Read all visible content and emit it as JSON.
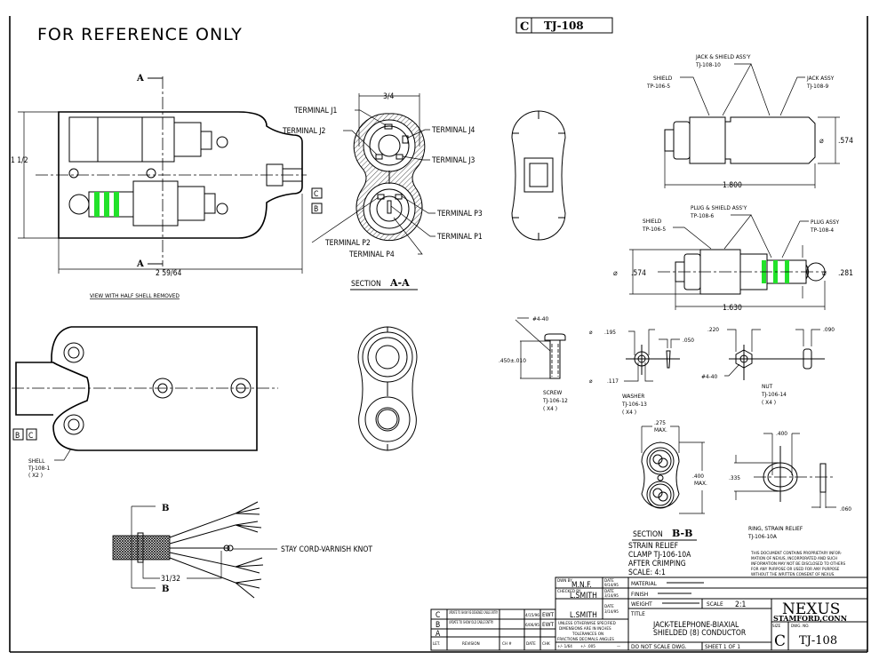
{
  "header": {
    "reference_note": "FOR REFERENCE ONLY",
    "top_size": "C",
    "top_dwg_no": "TJ-108"
  },
  "top_view": {
    "section_letter_top": "A",
    "section_letter_bottom": "A",
    "height_dim": "1 1/2",
    "length_dim": "2 59/64",
    "ref_box_1": "C",
    "ref_box_2": "B",
    "caption": "VIEW WITH HALF SHELL REMOVED"
  },
  "section_aa": {
    "width_dim": "3/4",
    "terminals": {
      "j1": "TERMINAL J1",
      "j2": "TERMINAL J2",
      "j3": "TERMINAL J3",
      "j4": "TERMINAL J4",
      "p1": "TERMINAL P1",
      "p2": "TERMINAL P2",
      "p3": "TERMINAL P3",
      "p4": "TERMINAL P4"
    },
    "title_prefix": "SECTION",
    "title_letters": "A-A"
  },
  "shell_view": {
    "ref_box_1": "B",
    "ref_box_2": "C",
    "label": [
      "SHELL",
      "TJ-108-1",
      "( X2 )"
    ]
  },
  "cable": {
    "section_letter_top": "B",
    "section_letter_bottom": "B",
    "length_dim": "31/32",
    "knot_label": "STAY CORD-VARNISH KNOT"
  },
  "jack": {
    "jack_shield_assy": [
      "JACK & SHIELD ASS'Y",
      "TJ-108-10"
    ],
    "shield": [
      "SHIELD",
      "TP-106-5"
    ],
    "jack_assy": [
      "JACK ASSY",
      "TJ-108-9"
    ],
    "diameter": ".574",
    "length": "1.800"
  },
  "plug": {
    "plug_shield_assy": [
      "PLUG & SHIELD ASS'Y",
      "TP-108-6"
    ],
    "shield": [
      "SHIELD",
      "TP-106-5"
    ],
    "plug_assy": [
      "PLUG ASSY",
      "TP-108-4"
    ],
    "diameter": ".574",
    "tip_diameter": ".281",
    "length": "1.630"
  },
  "hardware": {
    "screw": {
      "thread": "#4-40",
      "length": ".450±.010",
      "label": [
        "SCREW",
        "TJ-106-12",
        "( X4 )"
      ]
    },
    "washer": {
      "od": ".195",
      "id": ".117",
      "thickness": ".050",
      "label": [
        "WASHER",
        "TJ-106-13",
        "( X4 )"
      ]
    },
    "nut": {
      "across_flats": ".220",
      "thickness": ".090",
      "thread": "#4-40",
      "label": [
        "NUT",
        "TJ-106-14",
        "( X4 )"
      ]
    }
  },
  "section_bb": {
    "width_dim": [
      ".275",
      "MAX."
    ],
    "height_dim": [
      ".400",
      "MAX."
    ],
    "title_prefix": "SECTION",
    "title_letters": "B-B",
    "notes": [
      "STRAIN RELIEF",
      "CLAMP TJ-106-10A",
      "AFTER CRIMPING",
      "SCALE: 4:1"
    ]
  },
  "ring": {
    "width_dim": ".400",
    "height_dim": ".335",
    "thickness_dim": ".060",
    "label": [
      "RING, STRAIN RELIEF",
      "TJ-106-10A"
    ]
  },
  "proprietary_notice": [
    "THIS DOCUMENT CONTAINS PROPRIETARY INFOR-",
    "MATION OF NEXUS, INCORPORATED AND SUCH",
    "INFORMATION MAY NOT BE DISCLOSED TO OTHERS",
    "FOR ANY PURPOSE OR USED FOR ANY PURPOSE",
    "WITHOUT THE WRITTEN CONSENT OF NEXUS."
  ],
  "title_block": {
    "revisions": [
      {
        "letter": "C",
        "description": "UPDATE TO SHOW RE-DESIGNED CABLE ENTRY",
        "date": "4/15/96",
        "chk": "EWT"
      },
      {
        "letter": "B",
        "description": "UPDATE TO SHOW OLD CABLE ENTRY",
        "date": "6/06/95",
        "chk": "EWT"
      },
      {
        "letter": "A",
        "description": "",
        "date": "",
        "chk": ""
      }
    ],
    "revision_headers": {
      "let": "LET.",
      "revision": "REVISION",
      "ch": "CH #",
      "date": "DATE",
      "chk": "CHK"
    },
    "drawn_by_label": "DWN BY",
    "drawn_by": "M.N.F.",
    "drawn_date_label": "DATE",
    "drawn_date": "9/14/95",
    "checked_by_label": "CHECKED BY",
    "checked_by": "L.SMITH",
    "checked_date_label": "DATE",
    "checked_date": "3/14/95",
    "approved_by": "L.SMITH",
    "approved_date_label": "DATE",
    "approved_date": "3/14/95",
    "tolerance_note": [
      "UNLESS OTHERWISE SPECIFIED",
      "DIMENSIONS ARE IN INCHES",
      "TOLERANCES ON",
      "FRACTIONS DECIMALS ANGLES"
    ],
    "tol_fractions": "+/- 1/64",
    "tol_decimals": "+/- .005",
    "tol_angles": "—",
    "material_label": "MATERIAL",
    "finish_label": "FINISH",
    "weight_label": "WEIGHT",
    "scale_label": "SCALE",
    "scale": "2:1",
    "title_label": "TITLE",
    "title": [
      "JACK-TELEPHONE-BIAXIAL",
      "SHIELDED (8) CONDUCTOR"
    ],
    "do_not_scale": "DO NOT SCALE DWG.",
    "sheet": "SHEET  1  OF  1",
    "company": "NEXUS",
    "company_location": "STAMFORD,CONN",
    "size_label": "SIZE",
    "size": "C",
    "dwg_no_label": "DWG. NO.",
    "dwg_no": "TJ-108"
  },
  "colors": {
    "line": "#000000",
    "band": "#22e22a",
    "paper": "#ffffff"
  }
}
